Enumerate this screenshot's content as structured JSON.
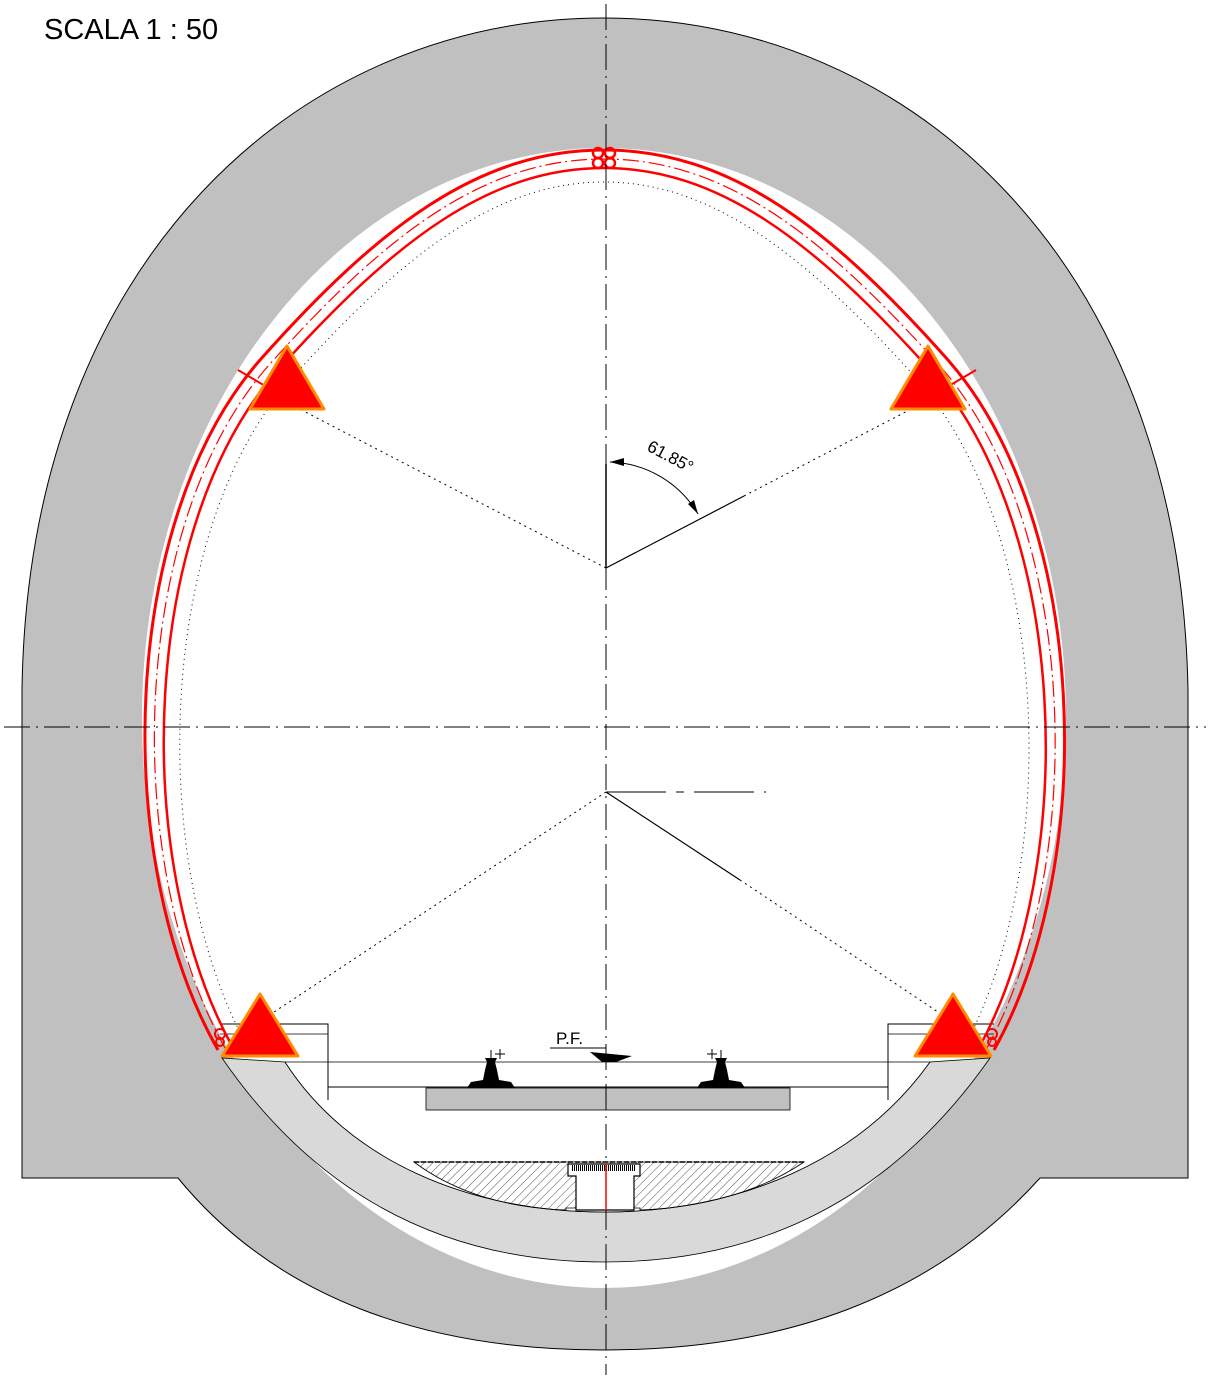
{
  "title": {
    "scale": "SCALA 1 : 50"
  },
  "annotations": {
    "angle": "61.85°",
    "platform": "P.F."
  },
  "colors": {
    "outer_concrete": "#c0c0c0",
    "invert_fill": "#d9d9d9",
    "lining_red": "#ff0000",
    "triangle_fill": "#ff0000",
    "triangle_outline": "#ff8c00",
    "slab": "#c0c0c0",
    "line": "#000000"
  },
  "icons": {
    "anchor_marker": "warning-triangle",
    "crown_joint": "bolt-cluster",
    "rail": "rail-profile"
  }
}
